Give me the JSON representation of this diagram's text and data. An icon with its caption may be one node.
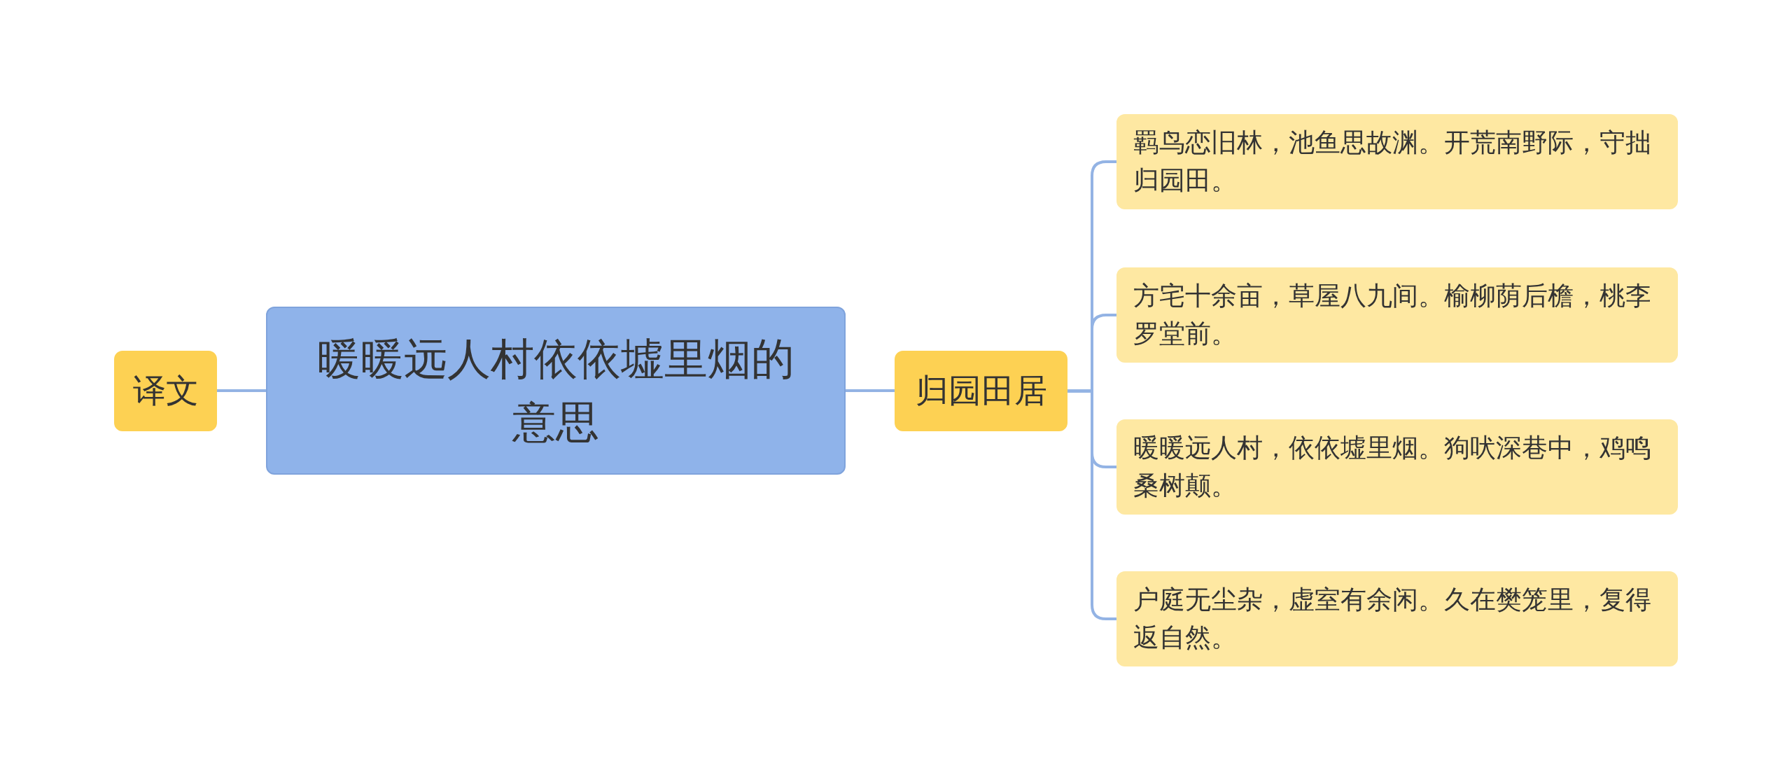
{
  "diagram": {
    "nodes": [
      {
        "text": [
          "译文"
        ]
      },
      {
        "text": [
          "暖暖远人村依依墟里烟的意思"
        ]
      },
      {
        "text": [
          "归园田居"
        ]
      },
      {
        "text": [
          "羁鸟恋旧林，池鱼思故渊。开荒南野际，守拙归园田。"
        ]
      },
      {
        "text": [
          "方宅十余亩，草屋八九间。榆柳荫后檐，桃李罗堂前。"
        ]
      },
      {
        "text": [
          "暖暖远人村，依依墟里烟。狗吠深巷中，鸡鸣桑树颠。"
        ]
      },
      {
        "text": [
          "户庭无尘杂，虚室有余闲。久在樊笼里，复得返自然。"
        ]
      }
    ],
    "edges": [
      {
        "from": 1,
        "to": 0,
        "arrow": "none"
      },
      {
        "from": 1,
        "to": 2,
        "arrow": "none"
      },
      {
        "from": 2,
        "to": 3,
        "arrow": "none"
      },
      {
        "from": 2,
        "to": 4,
        "arrow": "none"
      },
      {
        "from": 2,
        "to": 5,
        "arrow": "none"
      },
      {
        "from": 2,
        "to": 6,
        "arrow": "none"
      }
    ]
  }
}
